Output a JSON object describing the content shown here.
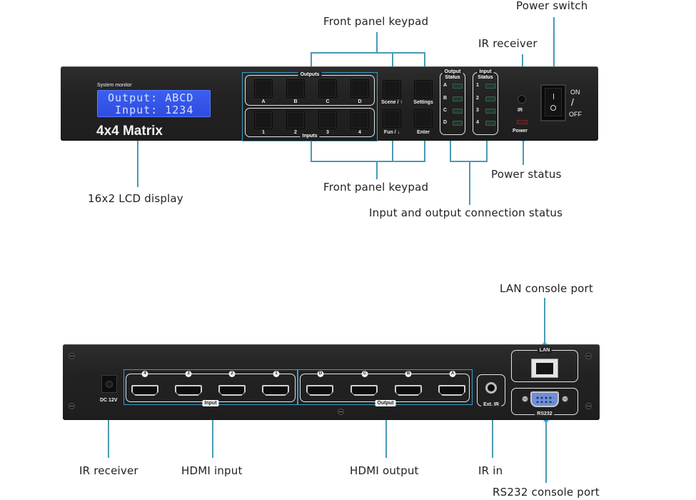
{
  "front_panel": {
    "lcd_caption": "System monitor",
    "lcd_line1": "Output: ABCD",
    "lcd_line2": " Input: 1234",
    "model_name": "4x4 Matrix",
    "outputs_group_title": "Outputs",
    "inputs_group_title": "Inputs",
    "output_keys": [
      "A",
      "B",
      "C",
      "D"
    ],
    "input_keys": [
      "1",
      "2",
      "3",
      "4"
    ],
    "function_keys": [
      {
        "label": "Scene / ↑"
      },
      {
        "label": "Settings"
      },
      {
        "label": "Fun / ↓"
      },
      {
        "label": "Enter"
      }
    ],
    "output_status_title": [
      "Output",
      "Status"
    ],
    "input_status_title": [
      "Input",
      "Status"
    ],
    "output_status_leds": [
      "A",
      "B",
      "C",
      "D"
    ],
    "input_status_leds": [
      "1",
      "2",
      "3",
      "4"
    ],
    "ir_label": "IR",
    "power_label": "Power",
    "switch_on": "ON",
    "switch_off": "OFF",
    "switch_divider": "/"
  },
  "rear_panel": {
    "dc_label": "DC 12V",
    "input_tag": "Input",
    "output_tag": "Output",
    "input_ports": [
      "4",
      "3",
      "2",
      "1"
    ],
    "output_ports": [
      "D",
      "C",
      "B",
      "A"
    ],
    "ext_ir_label": "Ext. IR",
    "lan_label": "LAN",
    "rs232_label": "RS232"
  },
  "callouts": {
    "front_keypad_top": "Front panel keypad",
    "power_switch": "Power switch",
    "ir_receiver_front": "IR receiver",
    "lcd_display": "16x2 LCD display",
    "front_keypad_bottom": "Front panel keypad",
    "power_status": "Power status",
    "io_status": "Input and output connection status",
    "lan_port": "LAN console port",
    "ir_receiver_rear": "IR receiver",
    "hdmi_input": "HDMI input",
    "hdmi_output": "HDMI output",
    "ir_in": "IR in",
    "rs232_port": "RS232 console port"
  },
  "colors": {
    "accent_line": "#4a9ab5",
    "lcd_blue": "#3a5ff0",
    "panel": "#242424"
  }
}
